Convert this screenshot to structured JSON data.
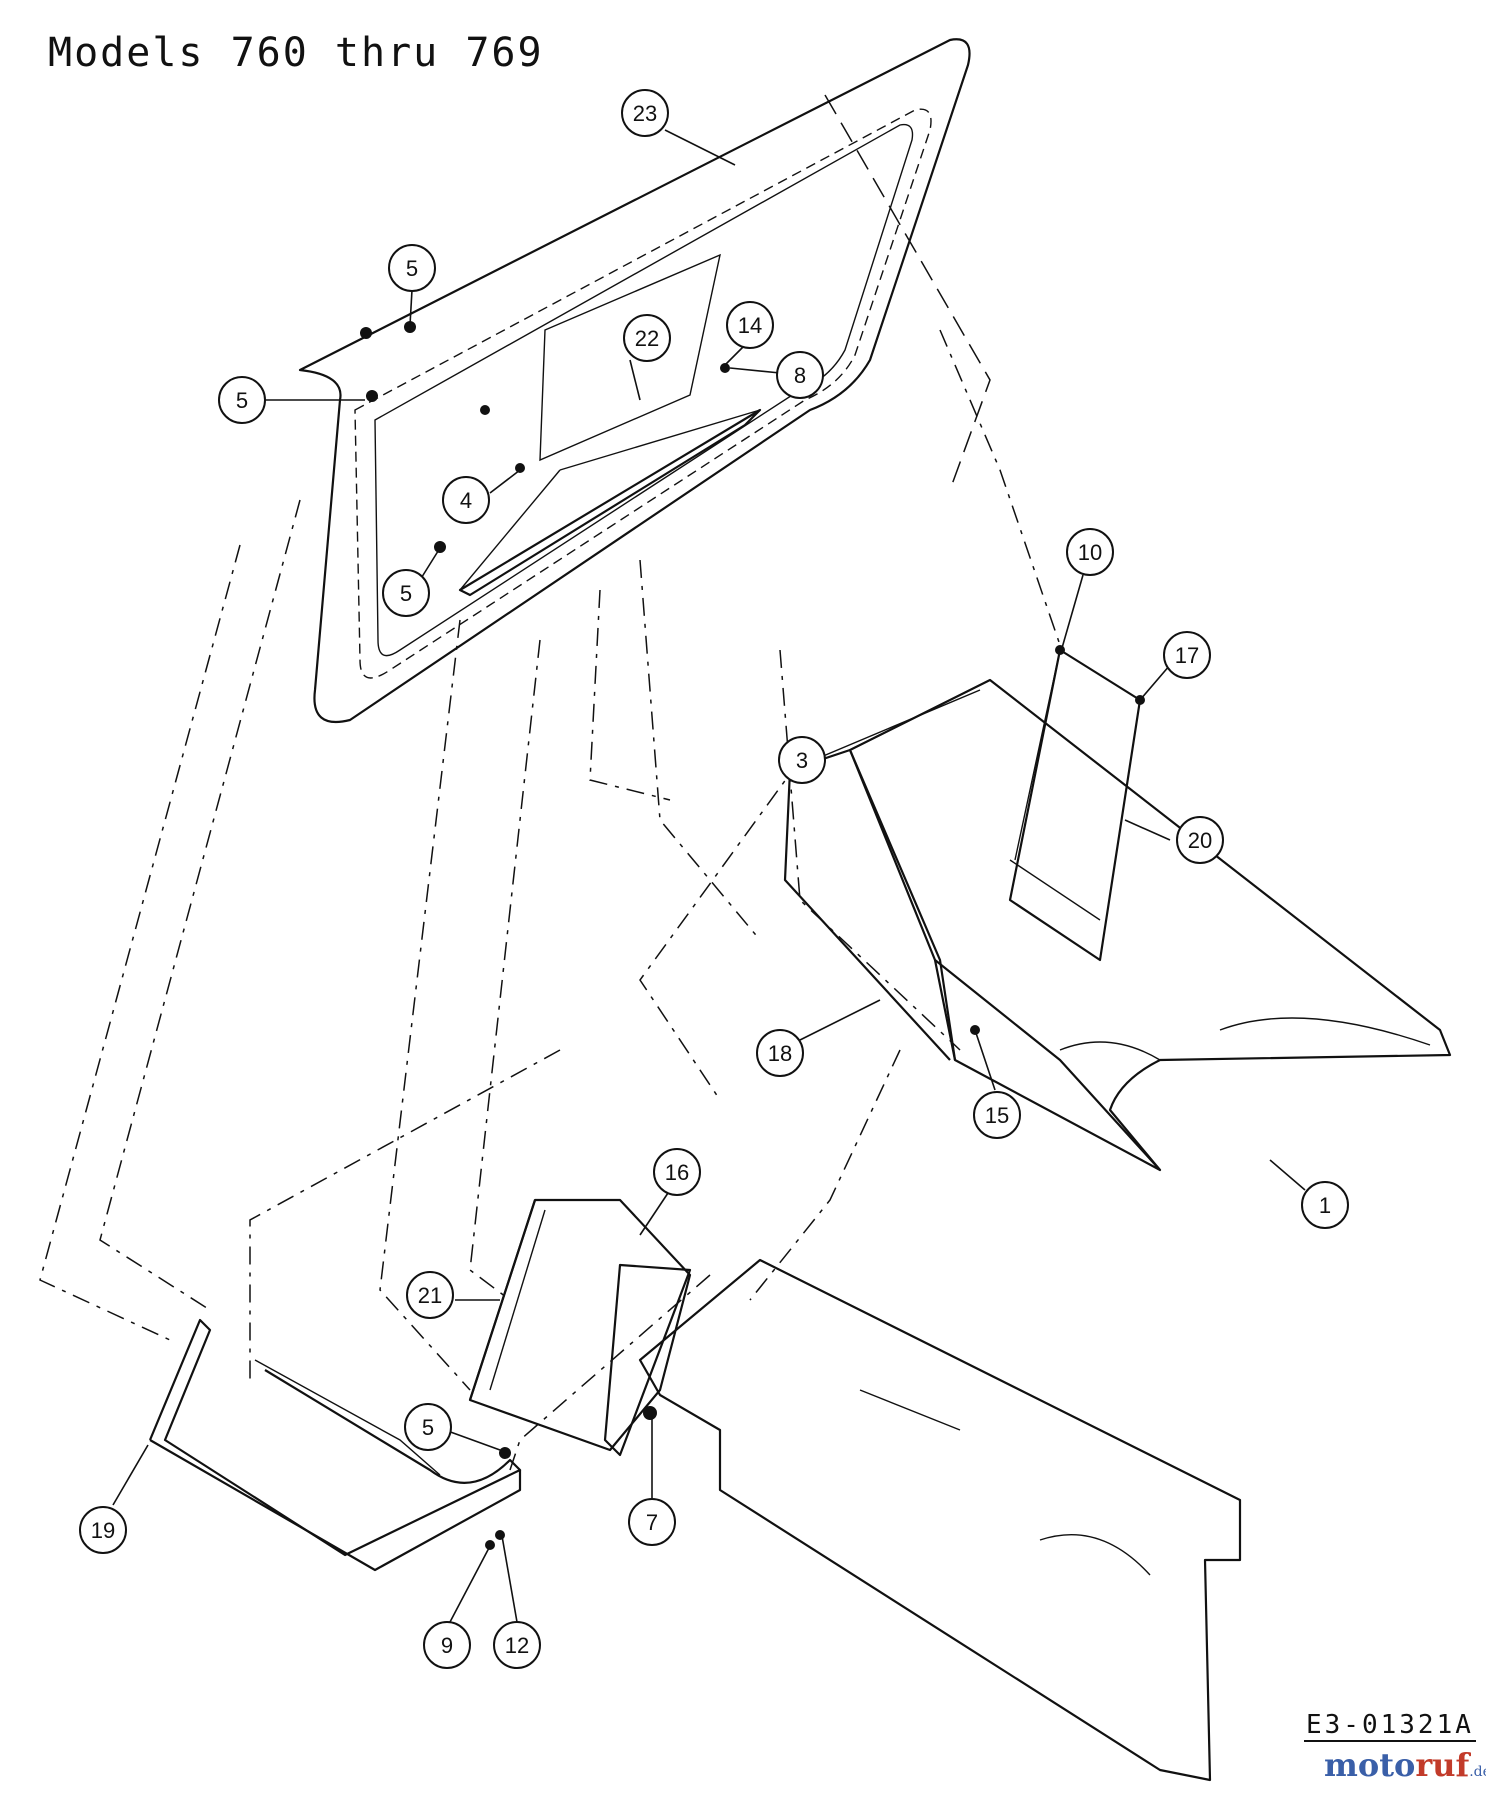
{
  "title": "Models 760 thru 769",
  "drawing_code": "E3-01321A",
  "watermark": {
    "part1": "moto",
    "part2": "ruf",
    "suffix": ".de"
  },
  "callouts": [
    {
      "id": "c23",
      "label": "23"
    },
    {
      "id": "c5a",
      "label": "5"
    },
    {
      "id": "c5b",
      "label": "5"
    },
    {
      "id": "c22",
      "label": "22"
    },
    {
      "id": "c14",
      "label": "14"
    },
    {
      "id": "c8",
      "label": "8"
    },
    {
      "id": "c4",
      "label": "4"
    },
    {
      "id": "c5c",
      "label": "5"
    },
    {
      "id": "c10",
      "label": "10"
    },
    {
      "id": "c17",
      "label": "17"
    },
    {
      "id": "c3",
      "label": "3"
    },
    {
      "id": "c20",
      "label": "20"
    },
    {
      "id": "c18",
      "label": "18"
    },
    {
      "id": "c15",
      "label": "15"
    },
    {
      "id": "c1",
      "label": "1"
    },
    {
      "id": "c16",
      "label": "16"
    },
    {
      "id": "c21",
      "label": "21"
    },
    {
      "id": "c5d",
      "label": "5"
    },
    {
      "id": "c7",
      "label": "7"
    },
    {
      "id": "c19",
      "label": "19"
    },
    {
      "id": "c9",
      "label": "9"
    },
    {
      "id": "c12",
      "label": "12"
    }
  ]
}
